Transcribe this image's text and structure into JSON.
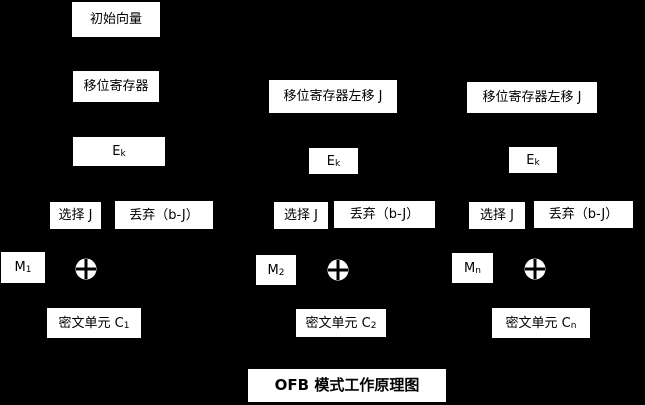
{
  "diagram": {
    "type": "block-diagram",
    "title": "OFB 模式工作原理图",
    "background_color": "#000000",
    "box_color": "#ffffff",
    "text_color": "#000000",
    "columns": [
      {
        "iv": "初始向量",
        "register": "移位寄存器",
        "enc_base": "E",
        "enc_sub": "k",
        "select": "选择 J",
        "discard": "丢弃（b-J）",
        "msg_base": "M",
        "msg_sub": "1",
        "xor_icon": "xor-circle",
        "out_base": "密文单元 C",
        "out_sub": "1"
      },
      {
        "register": "移位寄存器左移 J",
        "enc_base": "E",
        "enc_sub": "k",
        "select": "选择 J",
        "discard": "丢弃（b-J）",
        "msg_base": "M",
        "msg_sub": "2",
        "xor_icon": "xor-circle",
        "out_base": "密文单元 C",
        "out_sub": "2"
      },
      {
        "register": "移位寄存器左移 J",
        "enc_base": "E",
        "enc_sub": "k",
        "select": "选择 J",
        "discard": "丢弃（b-J）",
        "msg_base": "M",
        "msg_sub": "n",
        "xor_icon": "xor-circle",
        "out_base": "密文单元 C",
        "out_sub": "n"
      }
    ]
  }
}
